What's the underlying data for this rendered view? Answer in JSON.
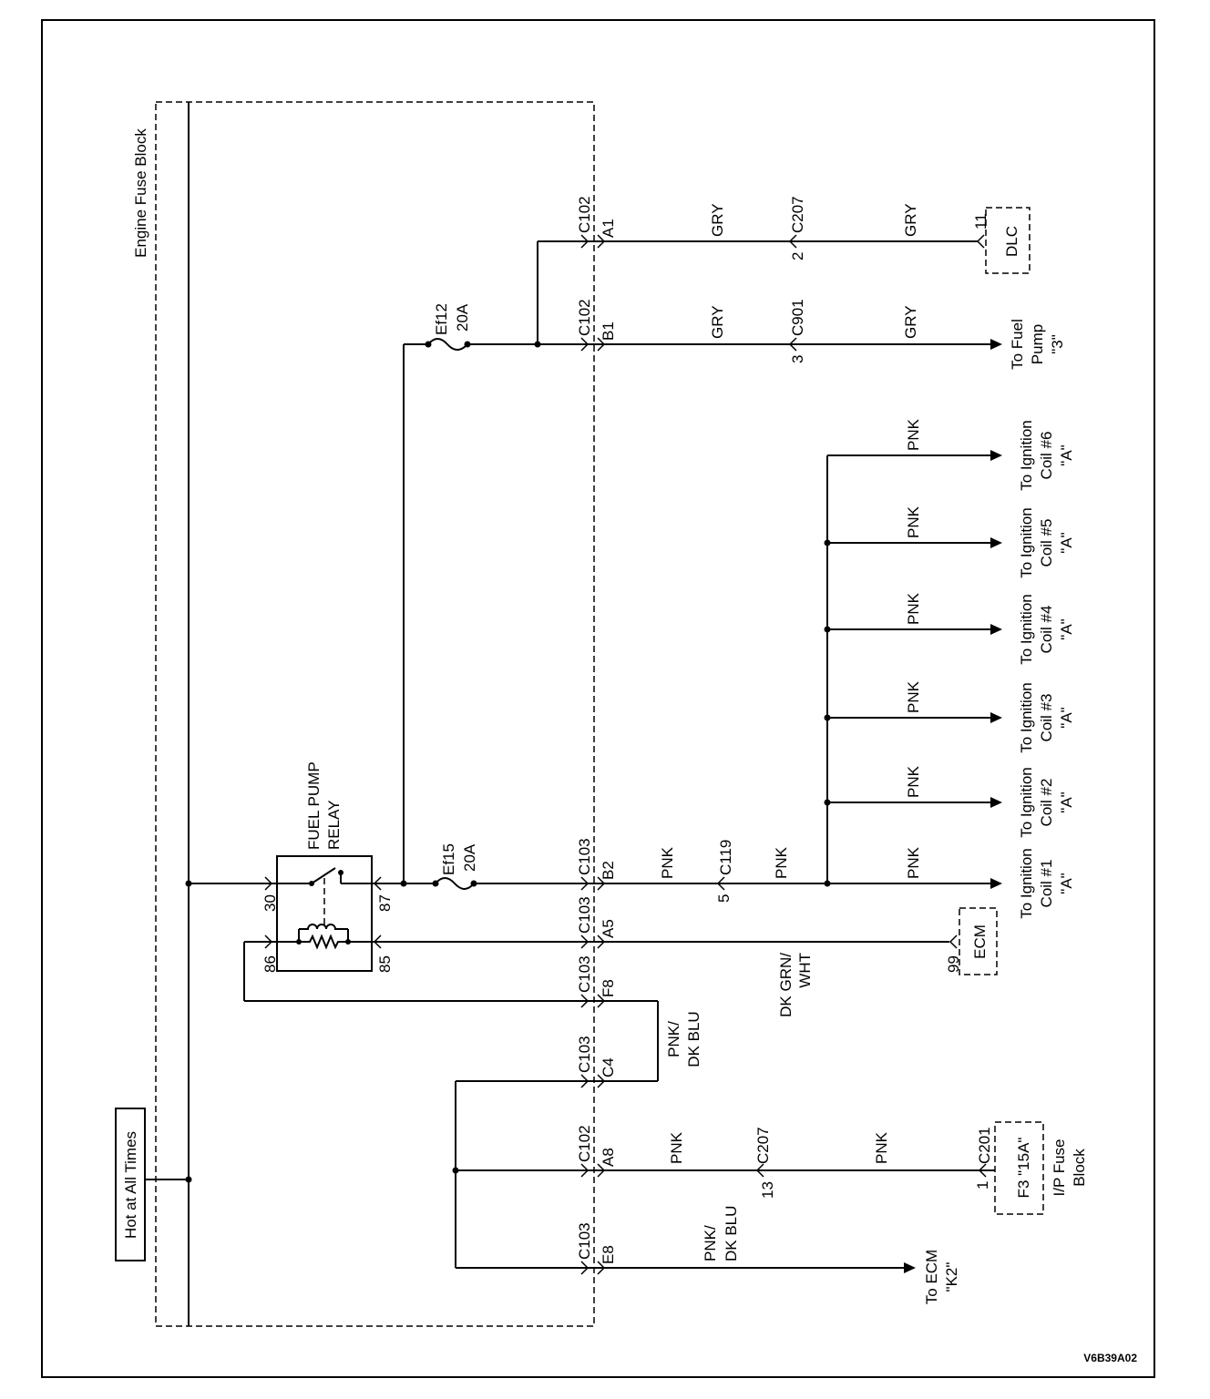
{
  "engine_fuse_block": {
    "label": "Engine Fuse Block"
  },
  "power": {
    "label": "Hot at All Times"
  },
  "relay": {
    "name_line1": "FUEL PUMP",
    "name_line2": "RELAY",
    "pin_30": "30",
    "pin_87": "87",
    "pin_86": "86",
    "pin_85": "85"
  },
  "fuses": {
    "ef12": {
      "name": "Ef12",
      "rating": "20A"
    },
    "ef15": {
      "name": "Ef15",
      "rating": "20A"
    }
  },
  "block_terminals": [
    {
      "connector": "C102",
      "pin": "A1"
    },
    {
      "connector": "C102",
      "pin": "B1"
    },
    {
      "connector": "C103",
      "pin": "B2"
    },
    {
      "connector": "C103",
      "pin": "A5"
    },
    {
      "connector": "C103",
      "pin": "F8"
    },
    {
      "connector": "C103",
      "pin": "C4"
    },
    {
      "connector": "C102",
      "pin": "A8"
    },
    {
      "connector": "C103",
      "pin": "E8"
    }
  ],
  "dlc_circuit": {
    "wire_1": "GRY",
    "connector": "C207",
    "connector_pin": "2",
    "wire_2": "GRY",
    "dest_pin": "11",
    "dest_label": "DLC"
  },
  "fuel_pump_circuit": {
    "wire_1": "GRY",
    "connector": "C901",
    "connector_pin": "3",
    "wire_2": "GRY",
    "dest_line1": "To Fuel",
    "dest_line2": "Pump",
    "dest_line3": "\"3\""
  },
  "ignition_circuit": {
    "wire_1": "PNK",
    "connector": "C119",
    "connector_pin": "5",
    "wire_2": "PNK"
  },
  "ignition_coils": [
    {
      "wire": "PNK",
      "line1": "To Ignition",
      "line2": "Coil #1",
      "line3": "\"A\""
    },
    {
      "wire": "PNK",
      "line1": "To Ignition",
      "line2": "Coil #2",
      "line3": "\"A\""
    },
    {
      "wire": "PNK",
      "line1": "To Ignition",
      "line2": "Coil #3",
      "line3": "\"A\""
    },
    {
      "wire": "PNK",
      "line1": "To Ignition",
      "line2": "Coil #4",
      "line3": "\"A\""
    },
    {
      "wire": "PNK",
      "line1": "To Ignition",
      "line2": "Coil #5",
      "line3": "\"A\""
    },
    {
      "wire": "PNK",
      "line1": "To Ignition",
      "line2": "Coil #6",
      "line3": "\"A\""
    }
  ],
  "ecm_control_circuit": {
    "wire_line1": "DK GRN/",
    "wire_line2": "WHT",
    "dest_pin": "99",
    "dest_label": "ECM"
  },
  "relay_feed_loop": {
    "wire_line1": "PNK/",
    "wire_line2": "DK BLU"
  },
  "ip_fuse_circuit": {
    "wire_1": "PNK",
    "connector": "C207",
    "connector_pin": "13",
    "wire_2": "PNK",
    "dest_connector": "C201",
    "dest_pin": "1",
    "fuse_label": "F3 \"15A\"",
    "block_line1": "I/P Fuse",
    "block_line2": "Block"
  },
  "ecm_k2_circuit": {
    "wire_line1": "PNK/",
    "wire_line2": "DK BLU",
    "dest_line1": "To ECM",
    "dest_line2": "\"K2\""
  },
  "figure_id": "V6B39A02",
  "colors": {
    "line": "#000000",
    "background": "#ffffff"
  }
}
